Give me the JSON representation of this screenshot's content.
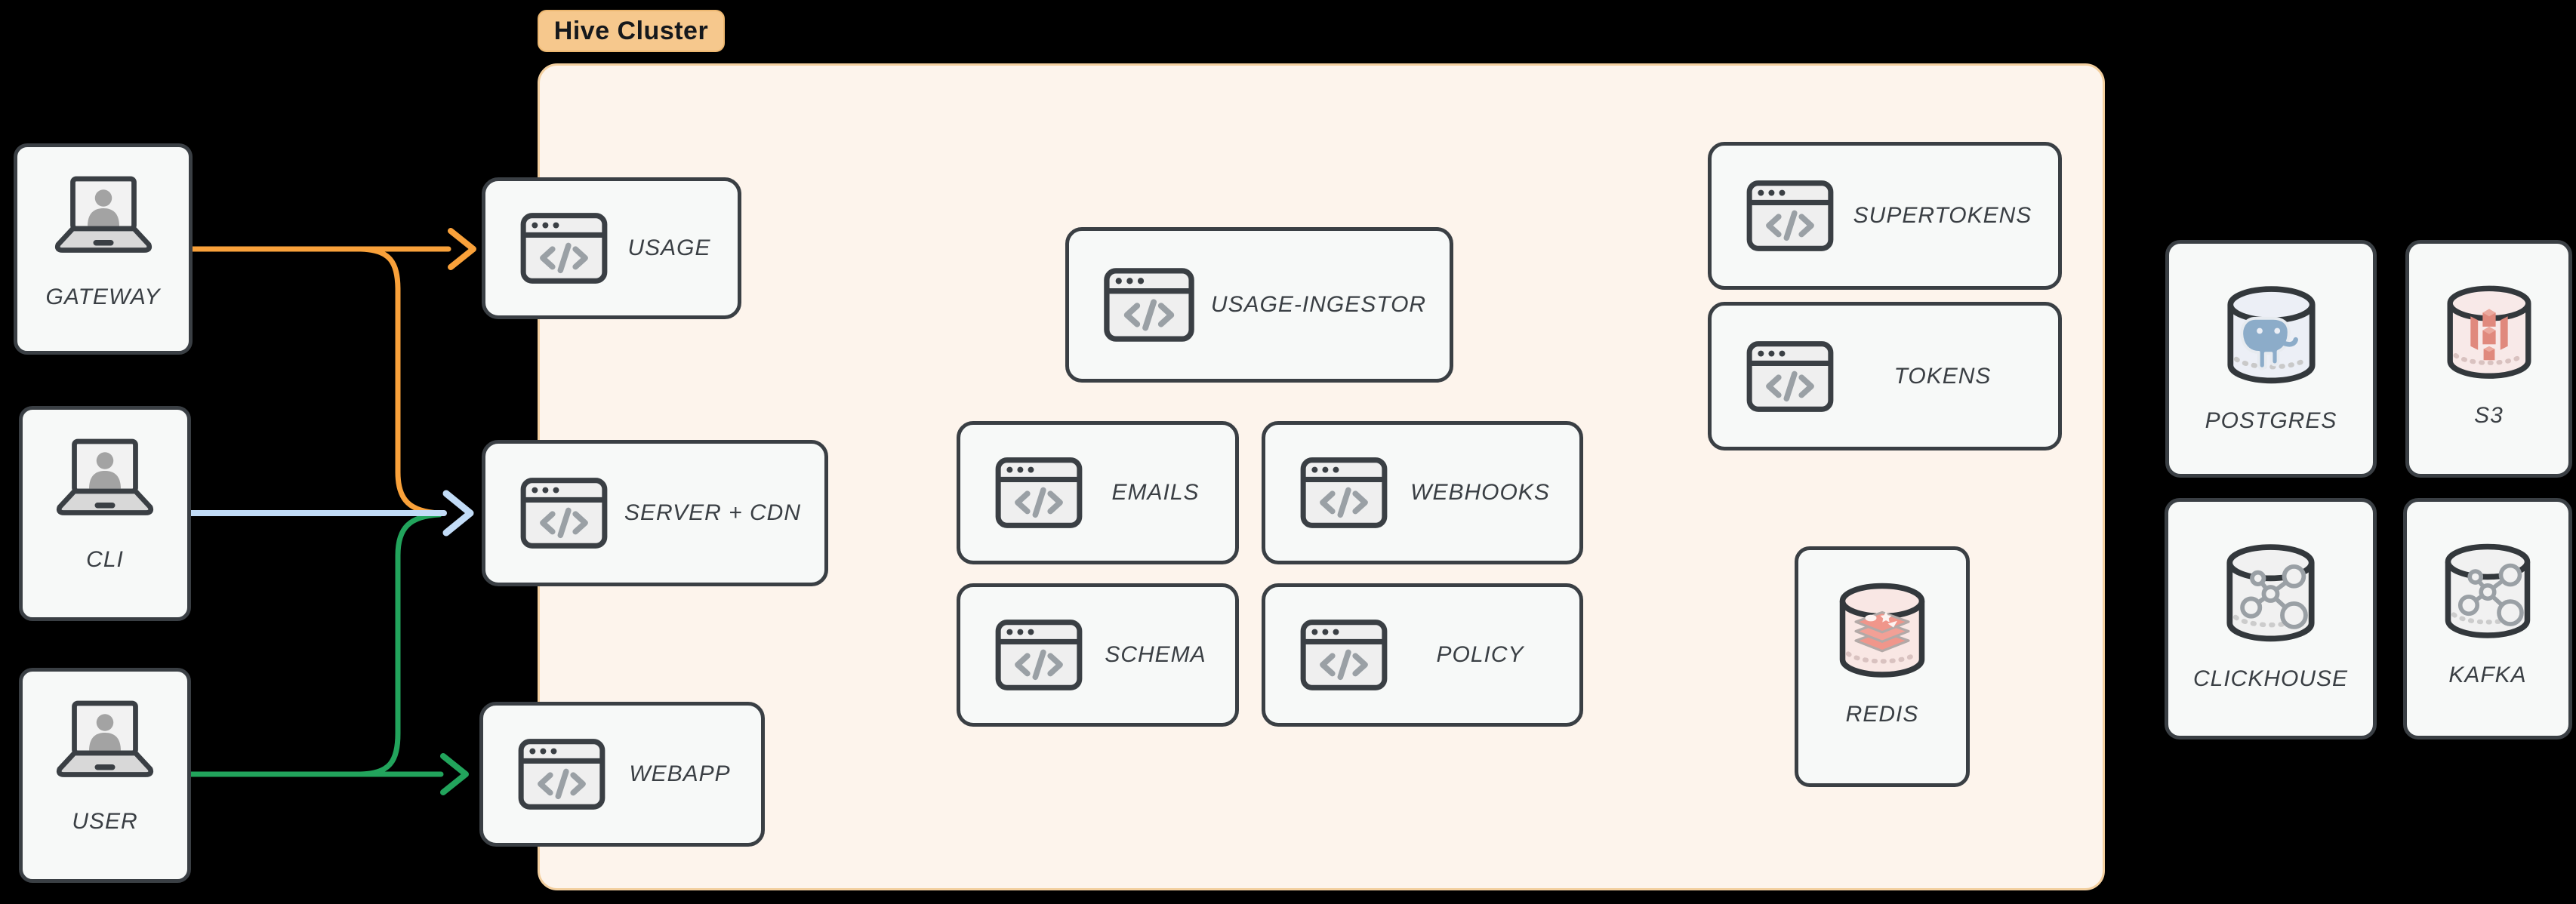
{
  "cluster": {
    "label": "Hive Cluster",
    "badge_color": "#f6c88d",
    "background_color": "#fdf4ec",
    "border_color": "#f3cf9f"
  },
  "clients": [
    {
      "label": "GATEWAY",
      "icon": "laptop-user-icon",
      "arrow_color": "#f9a13a",
      "target": "USAGE"
    },
    {
      "label": "CLI",
      "icon": "laptop-user-icon",
      "arrow_color": "#c2dcf7",
      "target": "SERVER + CDN"
    },
    {
      "label": "USER",
      "icon": "laptop-user-icon",
      "arrow_color": "#22a45c",
      "target": "WEBAPP"
    }
  ],
  "services": [
    {
      "label": "USAGE",
      "icon": "code-window-icon"
    },
    {
      "label": "SERVER + CDN",
      "icon": "code-window-icon"
    },
    {
      "label": "WEBAPP",
      "icon": "code-window-icon"
    },
    {
      "label": "USAGE-INGESTOR",
      "icon": "code-window-icon"
    },
    {
      "label": "EMAILS",
      "icon": "code-window-icon"
    },
    {
      "label": "WEBHOOKS",
      "icon": "code-window-icon"
    },
    {
      "label": "SCHEMA",
      "icon": "code-window-icon"
    },
    {
      "label": "POLICY",
      "icon": "code-window-icon"
    },
    {
      "label": "SUPERTOKENS",
      "icon": "code-window-icon"
    },
    {
      "label": "TOKENS",
      "icon": "code-window-icon"
    }
  ],
  "cluster_datastores": [
    {
      "label": "REDIS",
      "icon": "redis-database-icon",
      "accent": "#f0968b"
    }
  ],
  "external_datastores": [
    {
      "label": "POSTGRES",
      "icon": "postgres-database-icon",
      "accent": "#8cacc9"
    },
    {
      "label": "S3",
      "icon": "s3-database-icon",
      "accent": "#e0897d"
    },
    {
      "label": "CLICKHOUSE",
      "icon": "clickhouse-database-icon",
      "accent": "#9aa0a5"
    },
    {
      "label": "KAFKA",
      "icon": "kafka-database-icon",
      "accent": "#9aa0a5"
    }
  ],
  "style": {
    "node_border_color": "#3a3f44",
    "node_fill_color": "#f7f9f8",
    "label_color": "#3a3f44",
    "background_color": "#000000"
  }
}
